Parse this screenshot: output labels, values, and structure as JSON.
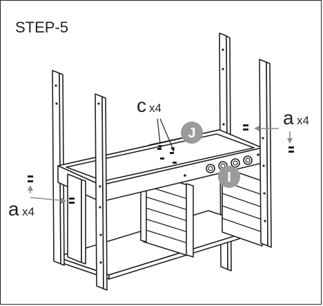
{
  "step_title": "STEP-5",
  "callouts": {
    "cam_lock": {
      "letter": "c",
      "qty": "x4"
    },
    "dowel_left": {
      "letter": "a",
      "qty": "x4"
    },
    "dowel_right": {
      "letter": "a",
      "qty": "x4"
    }
  },
  "part_labels": {
    "top_rail": "J",
    "front_panel": "I"
  },
  "colors": {
    "line": "#231f20",
    "arrow": "#8c8c8c",
    "badge": "#9b9b9b"
  }
}
